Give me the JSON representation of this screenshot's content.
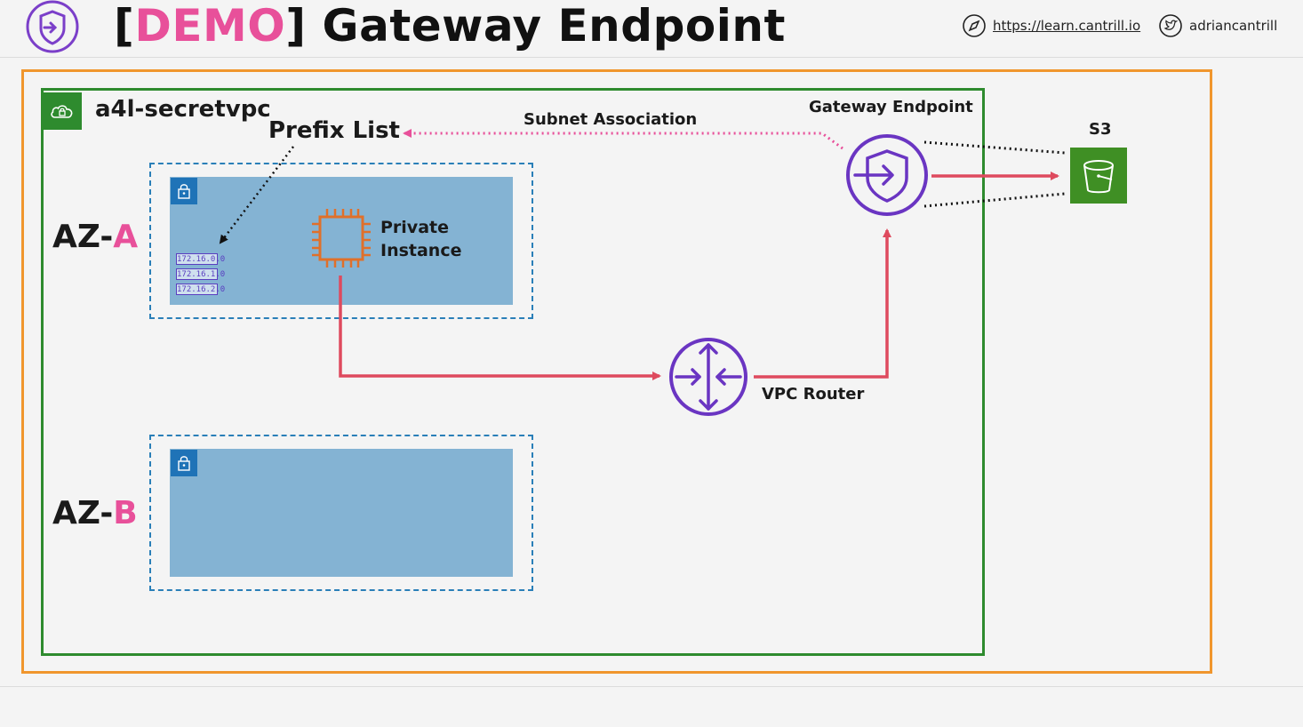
{
  "header": {
    "title_open_bracket": "[",
    "title_demo": "DEMO",
    "title_rest": "] Gateway Endpoint",
    "url": "https://learn.cantrill.io",
    "handle": "adriancantrill"
  },
  "diagram": {
    "vpc_name": "a4l-secretvpc",
    "az_a_prefix": "AZ-",
    "az_a_letter": "A",
    "az_b_prefix": "AZ-",
    "az_b_letter": "B",
    "prefix_list": "Prefix List",
    "subnet_association": "Subnet Association",
    "gateway_endpoint": "Gateway Endpoint",
    "s3": "S3",
    "private_instance_line1": "Private",
    "private_instance_line2": "Instance",
    "vpc_router": "VPC Router",
    "cidrs": [
      "172.16.0.0",
      "172.16.1.0",
      "172.16.2.0"
    ]
  },
  "colors": {
    "accent_pink": "#e8509a",
    "outer_border": "#f0962d",
    "vpc_border": "#2e8b2e",
    "flow_arrow": "#de4a5e",
    "endpoint_purple": "#6a35c2",
    "s3_green": "#3f8f24",
    "ec2_orange": "#e0702a"
  }
}
